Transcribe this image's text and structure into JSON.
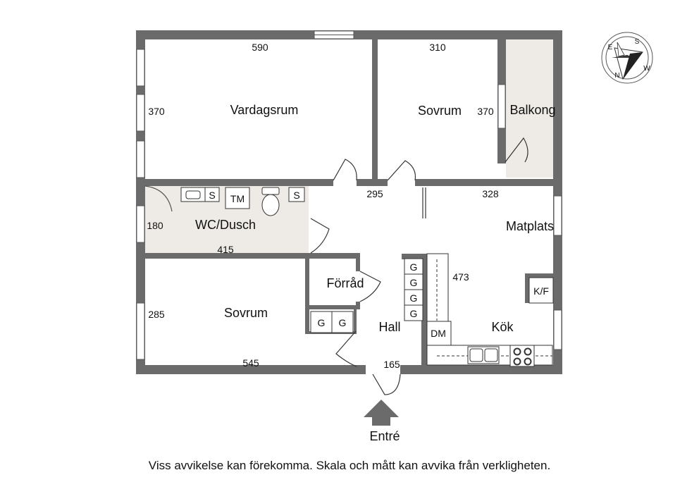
{
  "rooms": {
    "vardagsrum": "Vardagsrum",
    "sovrum_top": "Sovrum",
    "balkong": "Balkong",
    "wc": "WC/Dusch",
    "matplats": "Matplats",
    "forrad": "Förråd",
    "sovrum_bottom": "Sovrum",
    "hall": "Hall",
    "kok": "Kök"
  },
  "dimensions": {
    "vardagsrum_width": "590",
    "vardagsrum_height": "370",
    "sovrum_top_width": "310",
    "sovrum_top_height": "370",
    "wc_height": "180",
    "wc_width": "415",
    "hall_width_top": "295",
    "kitchen_width": "328",
    "kitchen_length": "473",
    "sovrum_bottom_height": "285",
    "sovrum_bottom_width": "545",
    "entry_width": "165"
  },
  "fixtures": {
    "sink": "S",
    "washer": "TM",
    "sink2": "S",
    "wardrobe_g": "G",
    "dishwasher": "DM",
    "fridge": "K/F"
  },
  "compass": [
    "S",
    "W",
    "N",
    "E"
  ],
  "entry_label": "Entré",
  "disclaimer": "Viss avvikelse kan förekomma. Skala och mått kan avvika från verkligheten.",
  "colors": {
    "wall": "#6b6b6b",
    "wet_room": "#eeebe6",
    "ink": "#111111"
  }
}
